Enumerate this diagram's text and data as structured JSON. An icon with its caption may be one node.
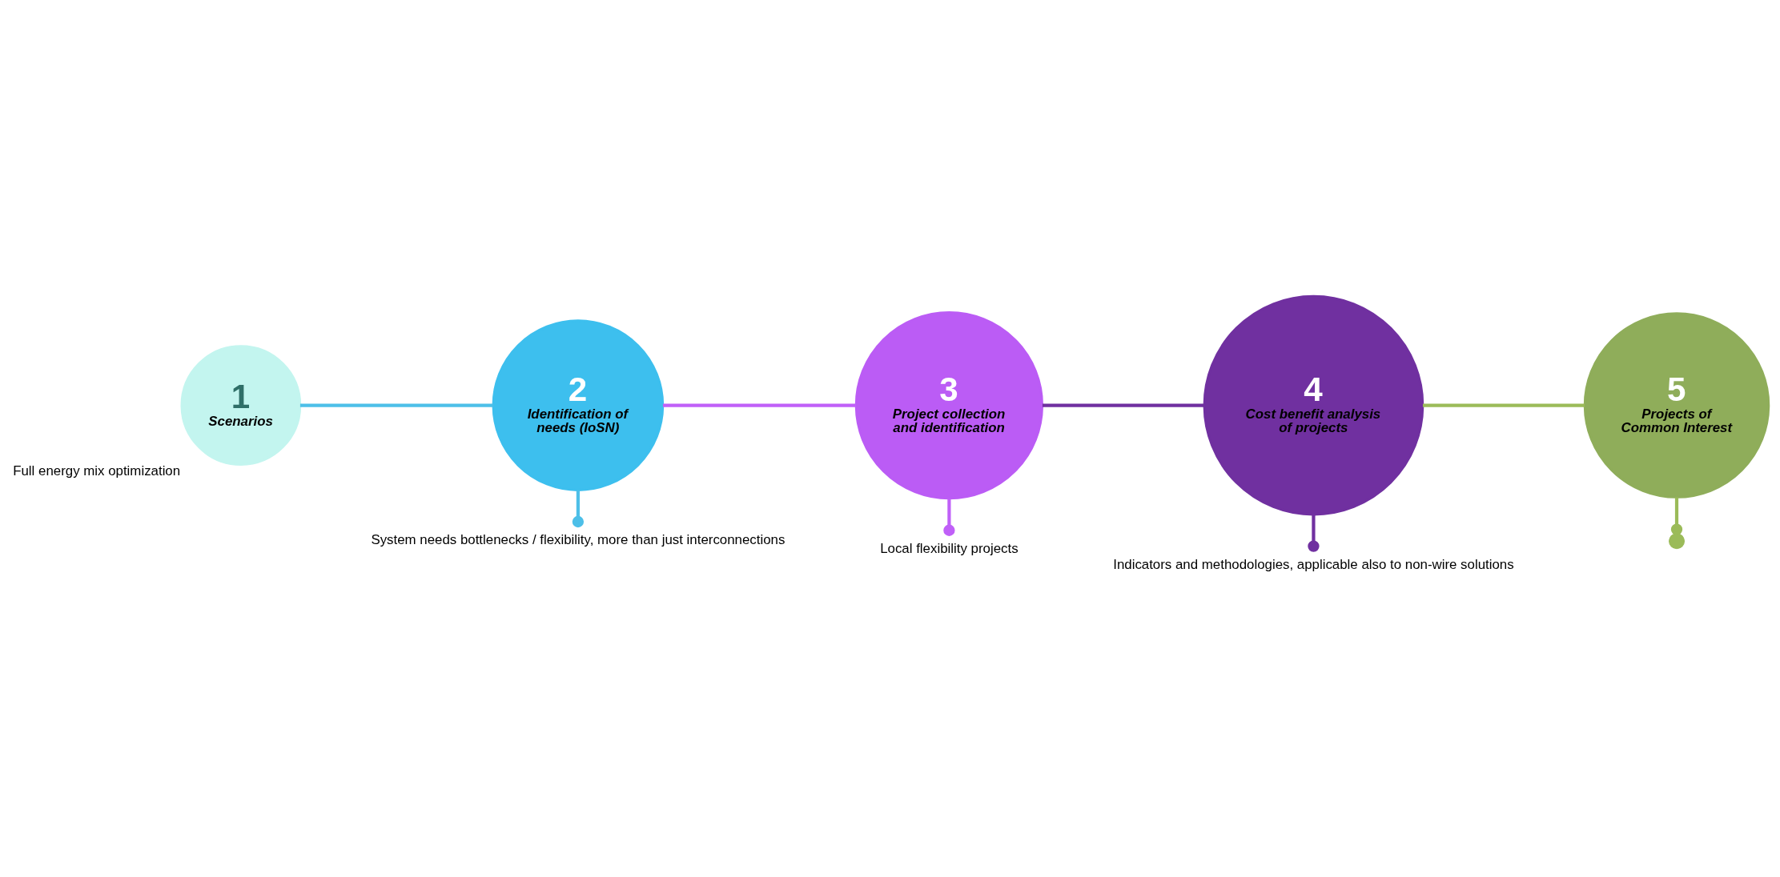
{
  "diagram": {
    "nodes": [
      {
        "text": [
          "1",
          "Scenarios"
        ],
        "beside": [
          "Full energy mix optimization"
        ]
      },
      {
        "text": [
          "2",
          "Identification of needs (IoSN)"
        ]
      },
      {
        "text": [
          "System needs bottlenecks / flexibility, more than just interconnections"
        ]
      },
      {
        "text": [
          "3",
          "Project collection and identification"
        ]
      },
      {
        "text": [
          "Local flexibility projects"
        ]
      },
      {
        "text": [
          "4",
          "Cost benefit analysis of projects"
        ]
      },
      {
        "text": [
          "Indicators and methodologies, applicable also to non-wire solutions"
        ]
      },
      {
        "text": [
          "5",
          "Projects of Common Interest"
        ]
      },
      {
        "text": [],
        "shape": "circle"
      }
    ],
    "edges": [
      {
        "from": 0,
        "to": 1,
        "arrow": "none",
        "color": "#4dbfe8"
      },
      {
        "from": 1,
        "to": 3,
        "arrow": "none",
        "color": "#c060f8"
      },
      {
        "from": 3,
        "to": 5,
        "arrow": "none",
        "color": "#7030a0"
      },
      {
        "from": 5,
        "to": 7,
        "arrow": "none",
        "color": "#9bbb59"
      },
      {
        "from": 1,
        "to": 2,
        "arrow": "other",
        "color": "#4dbfe8"
      },
      {
        "from": 3,
        "to": 4,
        "arrow": "other",
        "color": "#c060f8"
      },
      {
        "from": 5,
        "to": 6,
        "arrow": "other",
        "color": "#7030a0"
      },
      {
        "from": 7,
        "to": 8,
        "arrow": "other",
        "color": "#9bbb59"
      }
    ]
  }
}
